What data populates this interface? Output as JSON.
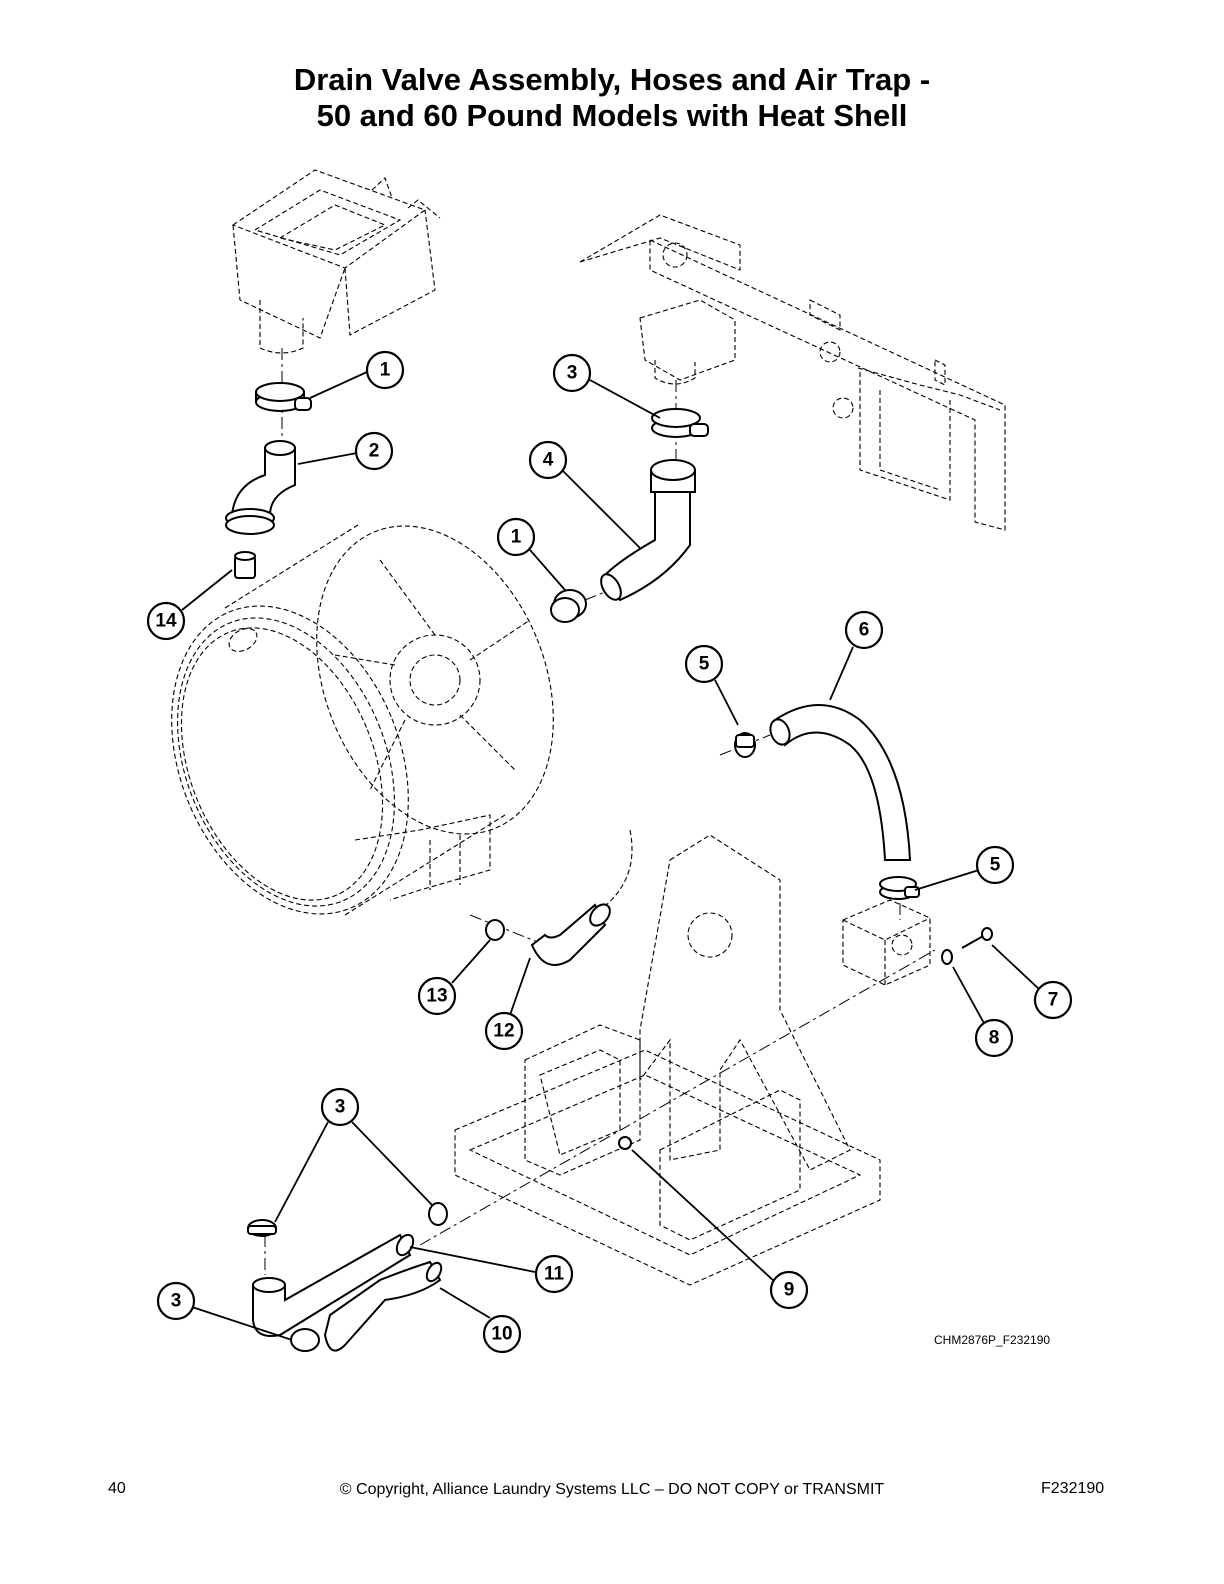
{
  "title": {
    "line1": "Drain Valve Assembly, Hoses and Air Trap -",
    "line2": "50 and 60 Pound Models with Heat Shell"
  },
  "figure_id": "CHM2876P_F232190",
  "footer": {
    "page_number": "40",
    "copyright": "© Copyright, Alliance Laundry Systems LLC – DO NOT COPY or TRANSMIT",
    "doc_id": "F232190"
  },
  "callouts": [
    {
      "label": "1"
    },
    {
      "label": "2"
    },
    {
      "label": "3"
    },
    {
      "label": "4"
    },
    {
      "label": "1"
    },
    {
      "label": "14"
    },
    {
      "label": "5"
    },
    {
      "label": "6"
    },
    {
      "label": "5"
    },
    {
      "label": "7"
    },
    {
      "label": "8"
    },
    {
      "label": "13"
    },
    {
      "label": "12"
    },
    {
      "label": "3"
    },
    {
      "label": "11"
    },
    {
      "label": "9"
    },
    {
      "label": "3"
    },
    {
      "label": "10"
    }
  ]
}
